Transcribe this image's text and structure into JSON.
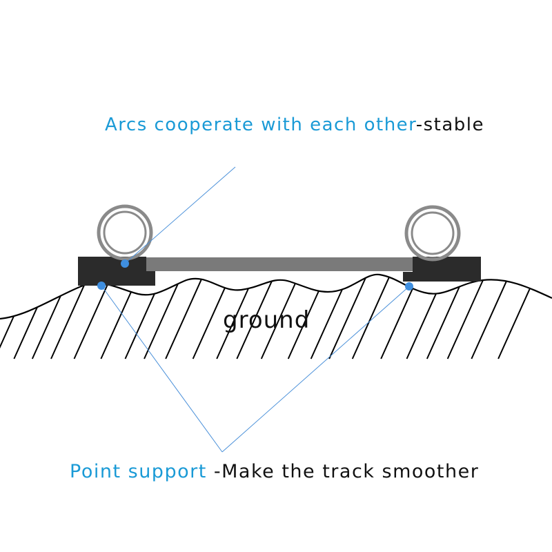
{
  "labels": {
    "top_highlight": "Arcs cooperate with each other",
    "top_rest": "-stable",
    "ground": "ground",
    "bottom_highlight": "Point support",
    "bottom_rest": " -Make the track smoother"
  },
  "colors": {
    "highlight_text": "#1a9ad6",
    "body_text": "#111111",
    "callout_line": "#4a90d9",
    "callout_dot": "#3f8fe0",
    "pad": "#2b2b2b",
    "rail": "#7a7a7a",
    "ring": "#8a8a8a",
    "ground_line": "#000000"
  }
}
